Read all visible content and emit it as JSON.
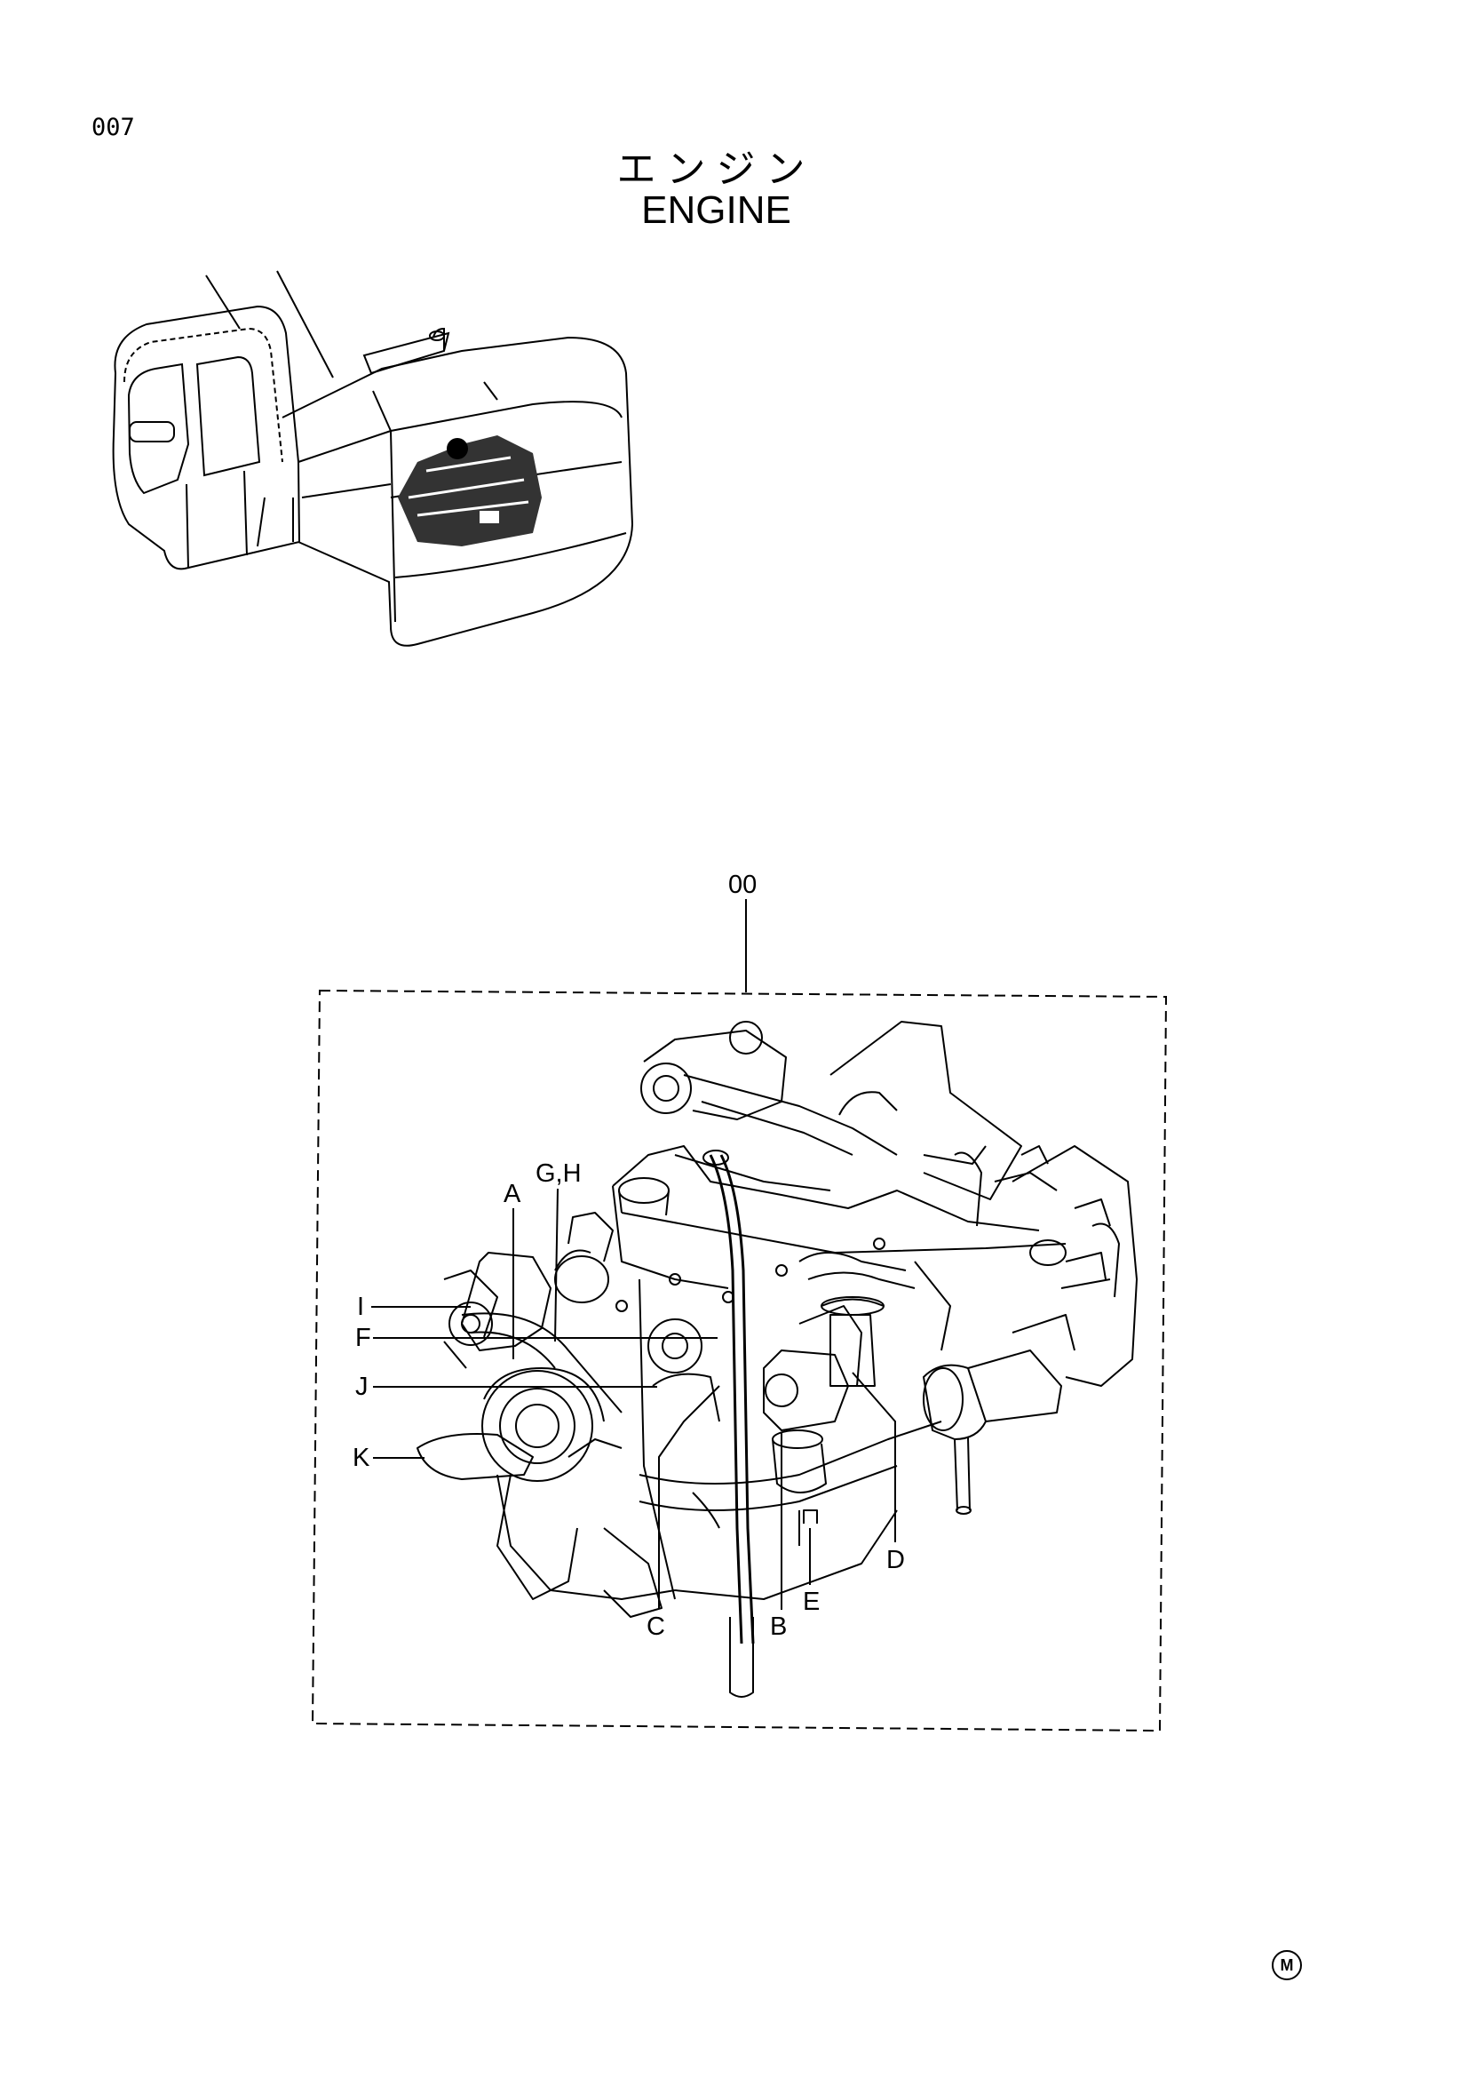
{
  "page": {
    "number": "007",
    "title_jp": "エンジン",
    "title_en": "ENGINE",
    "corner_mark": "M"
  },
  "assembly": {
    "label": "00"
  },
  "callouts": {
    "A": "A",
    "GH": "G,H",
    "I": "I",
    "F": "F",
    "J": "J",
    "K": "K",
    "C": "C",
    "B": "B",
    "E": "E",
    "D": "D"
  }
}
